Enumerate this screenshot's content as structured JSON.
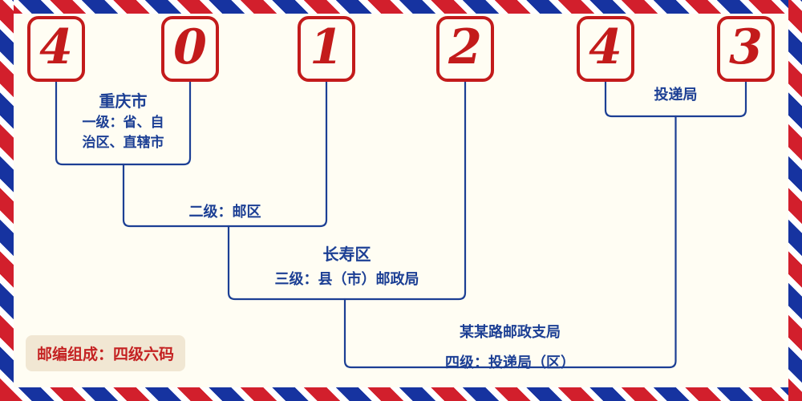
{
  "postal_code": {
    "digits": [
      "4",
      "0",
      "1",
      "2",
      "4",
      "3"
    ]
  },
  "annotations": {
    "level1": {
      "place": "重庆市",
      "desc_line1": "一级：省、自",
      "desc_line2": "治区、直辖市"
    },
    "level2": {
      "desc": "二级：邮区"
    },
    "level3": {
      "place": "长寿区",
      "desc": "三级：县（市）邮政局"
    },
    "level4": {
      "place": "某某路邮政支局",
      "desc": "四级：投递局（区）"
    },
    "delivery": {
      "label": "投递局"
    }
  },
  "footer": {
    "composition_note": "邮编组成：四级六码"
  },
  "colors": {
    "digit_red": "#c31b1b",
    "box_border_red": "#c31b1b",
    "label_blue": "#1c3f94",
    "line_blue": "#1c3f94",
    "stripe_red": "#d21f2c",
    "stripe_blue": "#1633a0",
    "footer_red": "#c42222",
    "footer_bg": "#f1e7d3",
    "background": "#fffdf3"
  }
}
